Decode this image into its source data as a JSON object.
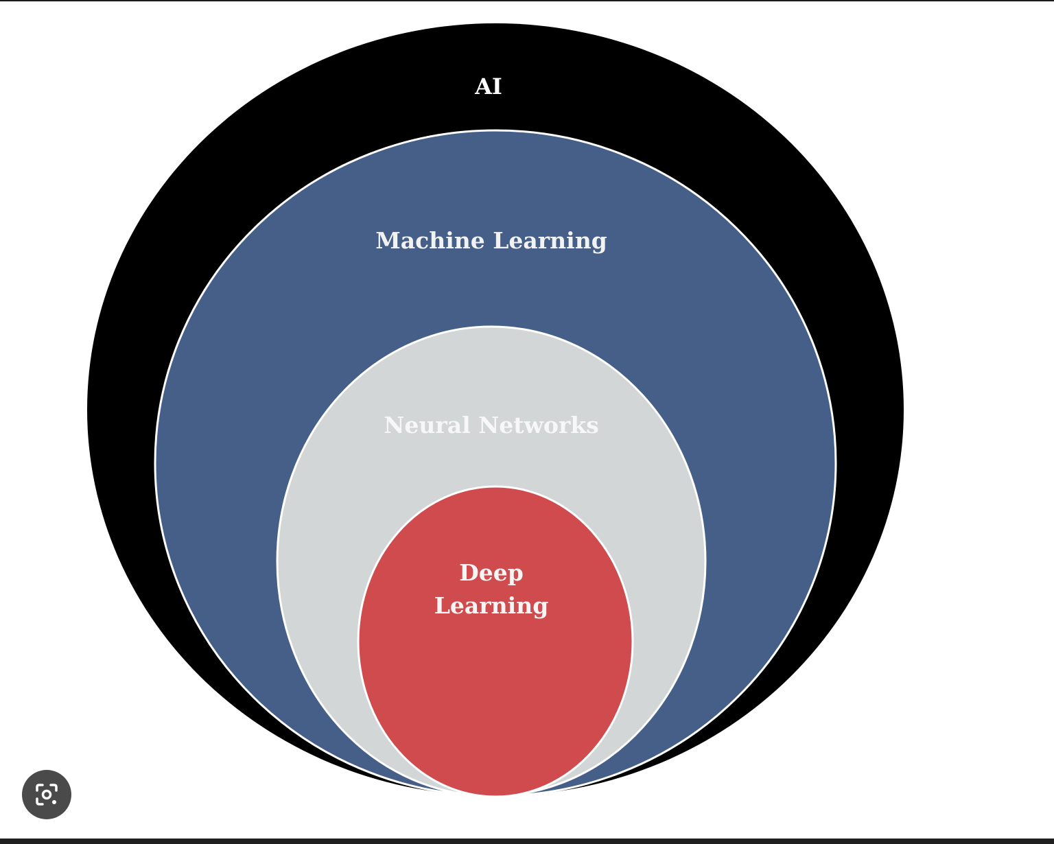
{
  "diagram": {
    "levels": [
      {
        "id": "ai",
        "label_lines": [
          "AI"
        ],
        "fill": "#000000",
        "text_color": "#ffffff"
      },
      {
        "id": "machine-learning",
        "label_lines": [
          "Machine Learning"
        ],
        "fill": "#465f88",
        "text_color": "#f2f2f2"
      },
      {
        "id": "neural-networks",
        "label_lines": [
          "Neural Networks"
        ],
        "fill": "#d3d6d6",
        "text_color": "#f7f7f7"
      },
      {
        "id": "deep-learning",
        "label_lines": [
          "Deep",
          "Learning"
        ],
        "fill": "#cf4b4d",
        "text_color": "#f5f5f5"
      }
    ],
    "outline_color": "#ffffff"
  },
  "overlay": {
    "lens_icon": "visual-search-icon",
    "button_color": "#4a4a4a"
  }
}
